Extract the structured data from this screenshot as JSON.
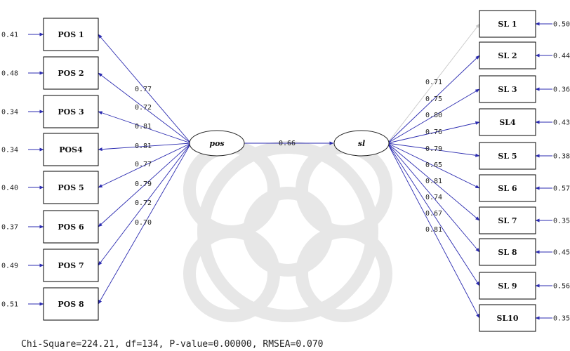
{
  "colors": {
    "path": "#2b2bb0",
    "path_faded": "#c8c8c8",
    "structural": "#2b2bb0"
  },
  "latents": {
    "pos": "pos",
    "sl": "sl"
  },
  "structural_path": {
    "from": "pos",
    "to": "sl",
    "coefficient": "0.66"
  },
  "left_indicators": [
    {
      "label": "POS 1",
      "loading": "0.77",
      "error": "0.41"
    },
    {
      "label": "POS 2",
      "loading": "0.72",
      "error": "0.48"
    },
    {
      "label": "POS 3",
      "loading": "0.81",
      "error": "0.34"
    },
    {
      "label": "POS4",
      "loading": "0.81",
      "error": "0.34"
    },
    {
      "label": "POS 5",
      "loading": "0.77",
      "error": "0.40"
    },
    {
      "label": "POS 6",
      "loading": "0.79",
      "error": "0.37"
    },
    {
      "label": "POS 7",
      "loading": "0.72",
      "error": "0.49"
    },
    {
      "label": "POS 8",
      "loading": "0.70",
      "error": "0.51"
    }
  ],
  "right_indicators": [
    {
      "label": "SL 1",
      "loading": "",
      "error": "0.50"
    },
    {
      "label": "SL 2",
      "loading": "0.71",
      "error": "0.44"
    },
    {
      "label": "SL 3",
      "loading": "0.75",
      "error": "0.36"
    },
    {
      "label": "SL4",
      "loading": "0.80",
      "error": "0.43"
    },
    {
      "label": "SL 5",
      "loading": "0.76",
      "error": "0.38"
    },
    {
      "label": "SL 6",
      "loading": "0.79",
      "error": "0.57"
    },
    {
      "label": "SL 7",
      "loading": "0.65",
      "error": "0.35"
    },
    {
      "label": "SL 8",
      "loading": "0.81",
      "error": "0.45"
    },
    {
      "label": "SL 9",
      "loading": "0.74",
      "error": "0.56"
    },
    {
      "label": "SL10",
      "loading": "0.67",
      "error": "0.35"
    }
  ],
  "extra_loading_labels": [
    "0.81"
  ],
  "fit_statistics": "Chi-Square=224.21, df=134, P-value=0.00000, RMSEA=0.070"
}
